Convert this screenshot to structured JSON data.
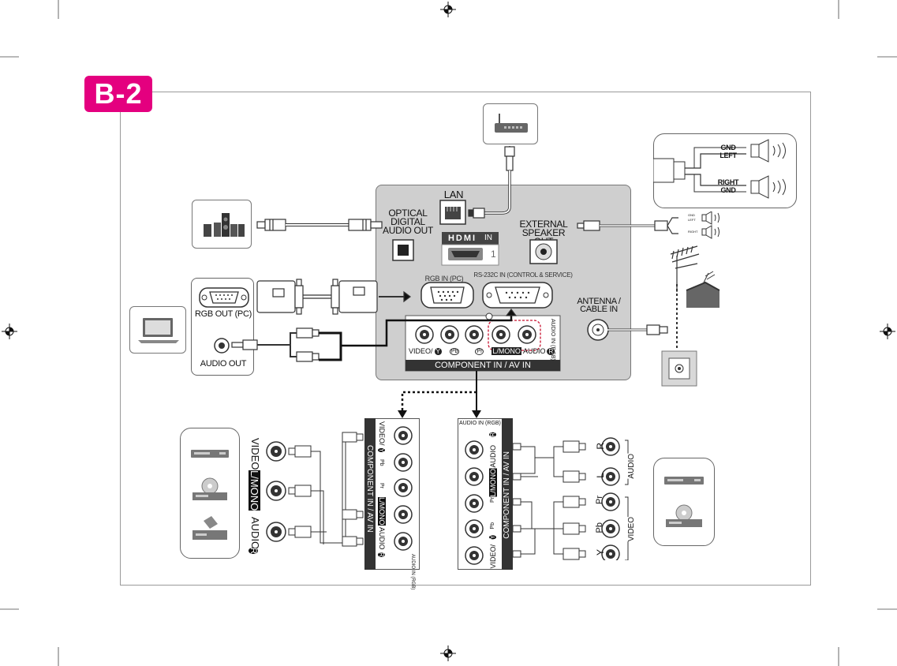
{
  "badge": "B-2",
  "panel": {
    "lan": "LAN",
    "optical_line1": "OPTICAL",
    "optical_line2": "DIGITAL",
    "optical_line3": "AUDIO OUT",
    "hdmi_logo": "HDMI",
    "hdmi_in": "IN",
    "hdmi_num": "1",
    "ext_speaker_line1": "EXTERNAL",
    "ext_speaker_line2": "SPEAKER OUT",
    "rgb_in": "RGB IN (PC)",
    "rs232": "RS-232C IN (CONTROL & SERVICE)",
    "antenna_line1": "ANTENNA /",
    "antenna_line2": "CABLE IN",
    "audio_in_rgb": "AUDIO IN (RGB)",
    "component_footer": "COMPONENT IN / AV IN",
    "jacks": [
      "VIDEO/",
      "Y",
      "Pb",
      "Pr",
      "L/MONO",
      "AUDIO",
      "R"
    ]
  },
  "pc": {
    "rgb_out": "RGB OUT (PC)",
    "audio_out": "AUDIO OUT"
  },
  "speakers": {
    "gnd": "GND",
    "left": "LEFT",
    "right": "RIGHT",
    "small_gnd": "GND",
    "small_left": "LEFT",
    "small_right": "RIGHT"
  },
  "av_left": {
    "video": "VIDEO",
    "lmono": "L/MONO",
    "audio_r": "AUDIO",
    "r": "R"
  },
  "jackstrip_left": {
    "top": "VIDEO/",
    "y": "Y",
    "pb": "Pb",
    "component": "COMPONENT IN / AV IN",
    "pr": "Pr",
    "lmono": "L/MONO",
    "audio": "AUDIO",
    "r": "R",
    "bottom": "AUDIO IN (RGB)"
  },
  "jackstrip_right": {
    "top": "AUDIO IN (RGB)",
    "component": "COMPONENT IN / AV IN",
    "audio": "AUDIO",
    "r": "R",
    "lmono": "L/MONO",
    "pr": "Pr",
    "pb": "Pb",
    "video": "VIDEO/",
    "y": "Y"
  },
  "comp_right": {
    "r": "R",
    "l": "L",
    "audio": "AUDIO",
    "pr": "Pr",
    "pb": "Pb",
    "y": "Y",
    "video": "VIDEO"
  },
  "colors": {
    "accent": "#e4007f",
    "panel": "#cfcfcf",
    "dashed_red": "#c8102e"
  },
  "icons": [
    "router-icon",
    "home-theater-icon",
    "laptop-icon",
    "speaker-icon",
    "antenna-icon",
    "wall-outlet-icon",
    "dvd-player-icon",
    "disc-player-icon",
    "set-top-box-icon"
  ]
}
